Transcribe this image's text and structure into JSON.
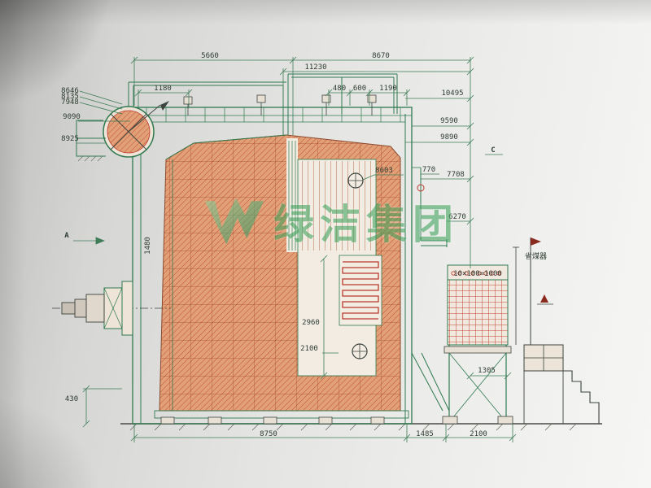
{
  "watermark": {
    "text": "绿洁集团",
    "color": "#3fa35c"
  },
  "colors": {
    "structure_green": "#2f7a50",
    "hatch_orange": "#e2a077",
    "hatch_red": "#bf5038",
    "dim_line_green": "#3f7d58",
    "detail_red": "#b93a2b",
    "paper": "#ececea"
  },
  "labels": {
    "dim_5660": "5660",
    "dim_8670": "8670",
    "dim_11230": "11230",
    "dim_1180": "1180",
    "dim_480": "480",
    "dim_600": "600",
    "dim_1190": "1190",
    "dim_10495": "10495",
    "dim_9590": "9590",
    "dim_9890": "9890",
    "dim_9090": "9090",
    "dim_8925": "8925",
    "dim_8646": "8646",
    "dim_8135": "8135",
    "dim_7948": "7948",
    "dim_8603": "8603",
    "dim_770": "770",
    "dim_7708": "7708",
    "dim_6270": "6270",
    "dim_1480": "1480",
    "dim_2960": "2960",
    "dim_2100_mid": "2100",
    "dim_1305": "1305",
    "dim_430": "430",
    "dim_8750": "8750",
    "dim_1485": "1485",
    "dim_2100_bottom": "2100",
    "marker_a": "A",
    "marker_c": "C",
    "econ_note": "10×100=1000",
    "econ_label": "省煤器"
  }
}
